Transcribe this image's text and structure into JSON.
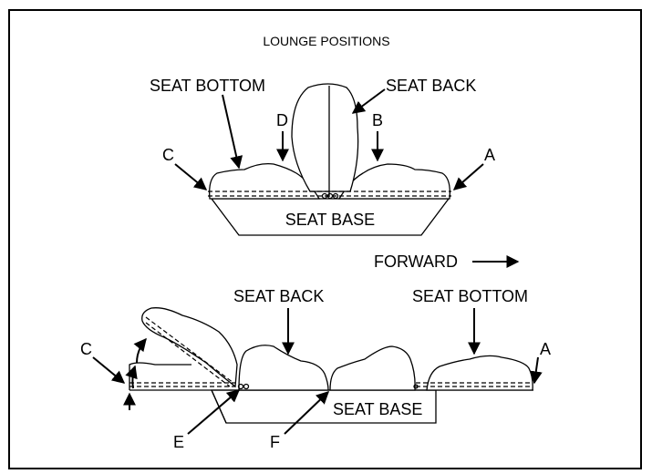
{
  "diagram": {
    "title": "LOUNGE POSITIONS",
    "top": {
      "seat_bottom": "SEAT BOTTOM",
      "seat_back": "SEAT BACK",
      "seat_base": "SEAT BASE",
      "label_a": "A",
      "label_b": "B",
      "label_c": "C",
      "label_d": "D"
    },
    "forward": "FORWARD",
    "bottom": {
      "seat_back": "SEAT BACK",
      "seat_bottom": "SEAT BOTTOM",
      "seat_base": "SEAT BASE",
      "label_a": "A",
      "label_c": "C",
      "label_e": "E",
      "label_f": "F"
    }
  }
}
